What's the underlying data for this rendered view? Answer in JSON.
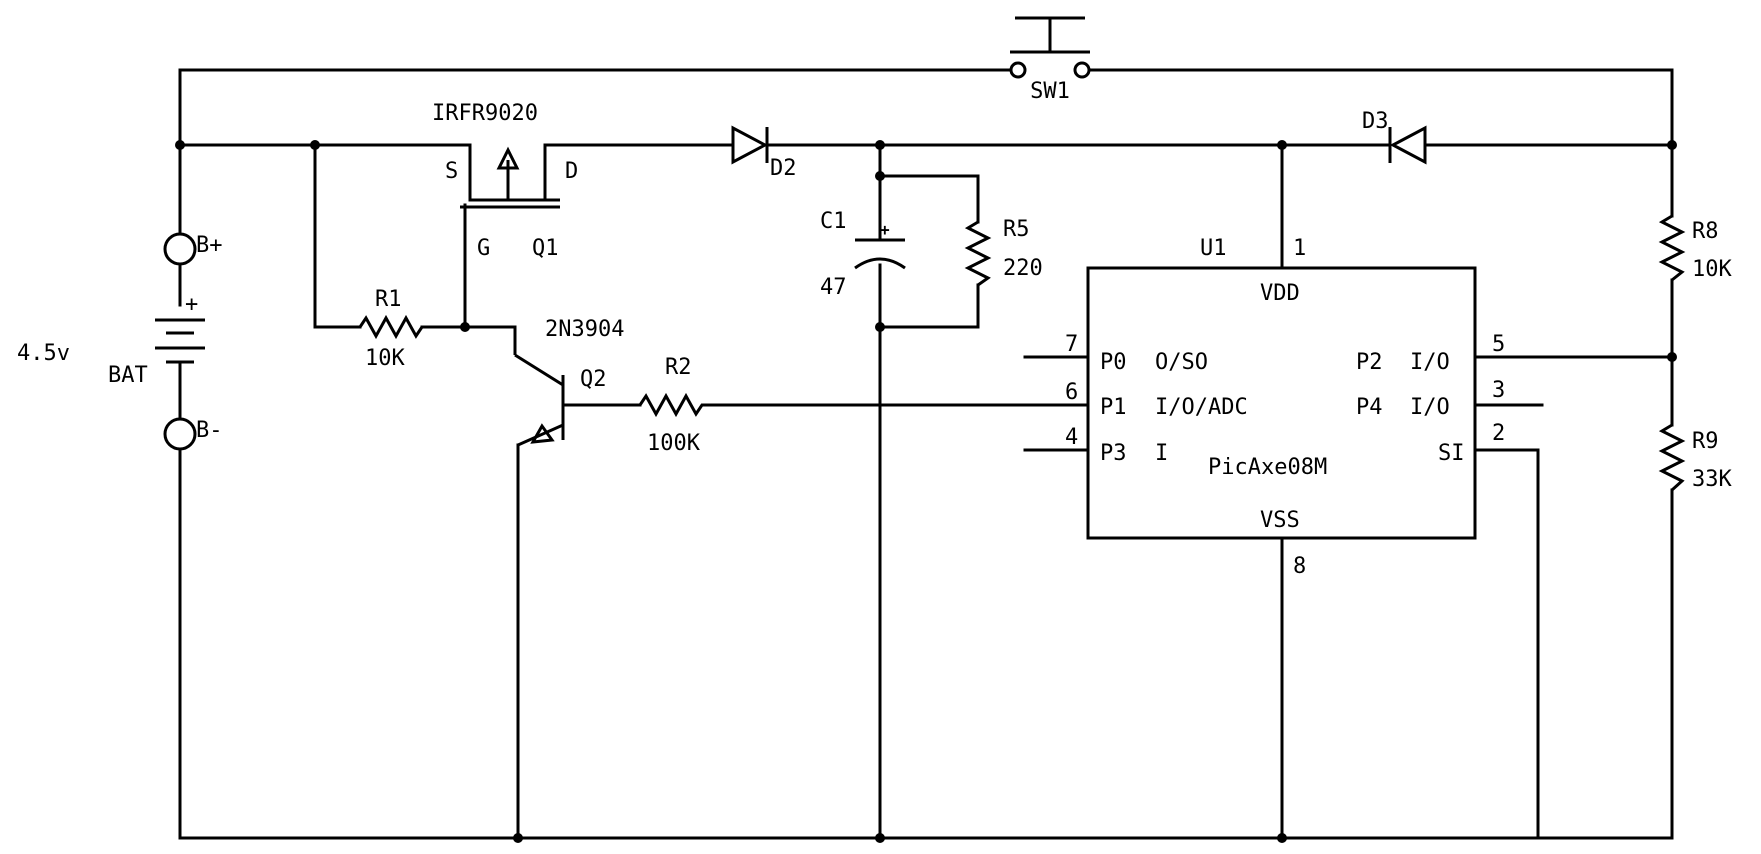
{
  "switch": {
    "ref": "SW1"
  },
  "mosfet": {
    "part": "IRFR9020",
    "ref": "Q1",
    "source": "S",
    "drain": "D",
    "gate": "G"
  },
  "transistor": {
    "part": "2N3904",
    "ref": "Q2"
  },
  "diodes": [
    {
      "ref": "D2"
    },
    {
      "ref": "D3"
    }
  ],
  "capacitor": {
    "ref": "C1",
    "value": "47",
    "polarity": "+"
  },
  "resistors": [
    {
      "ref": "R1",
      "value": "10K"
    },
    {
      "ref": "R2",
      "value": "100K"
    },
    {
      "ref": "R5",
      "value": "220"
    },
    {
      "ref": "R8",
      "value": "10K"
    },
    {
      "ref": "R9",
      "value": "33K"
    }
  ],
  "battery": {
    "ref": "BAT",
    "voltage": "4.5v",
    "polarity": "+",
    "pos_terminal": "B+",
    "neg_terminal": "B-"
  },
  "ic": {
    "ref": "U1",
    "part": "PicAxe08M",
    "vdd": "VDD",
    "vss": "VSS",
    "pins": {
      "vdd_num": "1",
      "vss_num": "8",
      "p0_num": "7",
      "p0_name": "P0",
      "p0_func": "O/SO",
      "p1_num": "6",
      "p1_name": "P1",
      "p1_func": "I/O/ADC",
      "p3_num": "4",
      "p3_name": "P3",
      "p3_func": "I",
      "p2_num": "5",
      "p2_name": "P2",
      "p2_func": "I/O",
      "p4_num": "3",
      "p4_name": "P4",
      "p4_func": "I/O",
      "si_num": "2",
      "si_name": "SI"
    }
  }
}
